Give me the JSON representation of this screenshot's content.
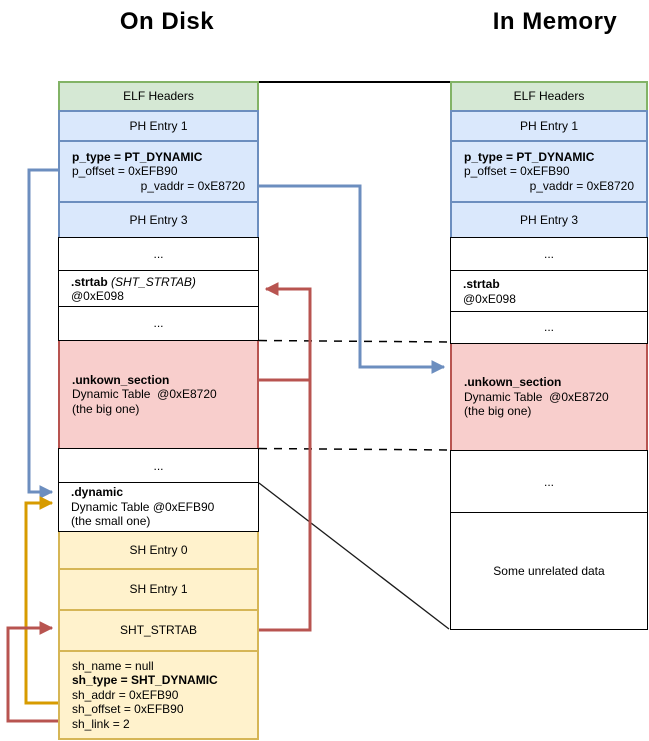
{
  "titles": {
    "on_disk": "On Disk",
    "in_memory": "In Memory"
  },
  "colors": {
    "green_fill": "#d5e8d4",
    "green_stroke": "#82b366",
    "blue_fill": "#dae8fc",
    "blue_stroke": "#6c8ebf",
    "pink_fill": "#f8cecc",
    "pink_stroke": "#b85450",
    "yellow_fill": "#fff2cc",
    "yellow_stroke": "#d6b656",
    "arrow_blue": "#6c8ebf",
    "arrow_red": "#b85450",
    "arrow_yellow": "#d79b00"
  },
  "disk": {
    "elf_headers": "ELF Headers",
    "ph_entry_1": "PH Entry 1",
    "pt_dynamic": {
      "p_type": "p_type = PT_DYNAMIC",
      "p_offset": "p_offset = 0xEFB90",
      "p_vaddr": "p_vaddr = 0xE8720"
    },
    "ph_entry_3": "PH Entry 3",
    "ellipsis_1": "...",
    "strtab": {
      "name": ".strtab",
      "type": "(SHT_STRTAB)",
      "addr": "@0xE098"
    },
    "ellipsis_2": "...",
    "unknown_section": {
      "name": ".unkown_section",
      "desc": "Dynamic Table  @0xE8720",
      "note": "(the big one)"
    },
    "ellipsis_3": "...",
    "dynamic": {
      "name": ".dynamic",
      "desc": "Dynamic Table @0xEFB90",
      "note": "(the small one)"
    },
    "sh_entry_0": "SH Entry 0",
    "sh_entry_1": "SH Entry 1",
    "sht_strtab": "SHT_STRTAB",
    "sh_detail": {
      "sh_name": "sh_name = null",
      "sh_type": "sh_type = SHT_DYNAMIC",
      "sh_addr": "sh_addr = 0xEFB90",
      "sh_offset": "sh_offset = 0xEFB90",
      "sh_link": "sh_link = 2"
    }
  },
  "memory": {
    "elf_headers": "ELF Headers",
    "ph_entry_1": "PH Entry 1",
    "pt_dynamic": {
      "p_type": "p_type = PT_DYNAMIC",
      "p_offset": "p_offset = 0xEFB90",
      "p_vaddr": "p_vaddr = 0xE8720"
    },
    "ph_entry_3": "PH Entry 3",
    "ellipsis_1": "...",
    "strtab": {
      "name": ".strtab",
      "addr": "@0xE098"
    },
    "ellipsis_2": "...",
    "unknown_section": {
      "name": ".unkown_section",
      "desc": "Dynamic Table  @0xE8720",
      "note": "(the big one)"
    },
    "ellipsis_3": "...",
    "unrelated": "Some unrelated data"
  }
}
